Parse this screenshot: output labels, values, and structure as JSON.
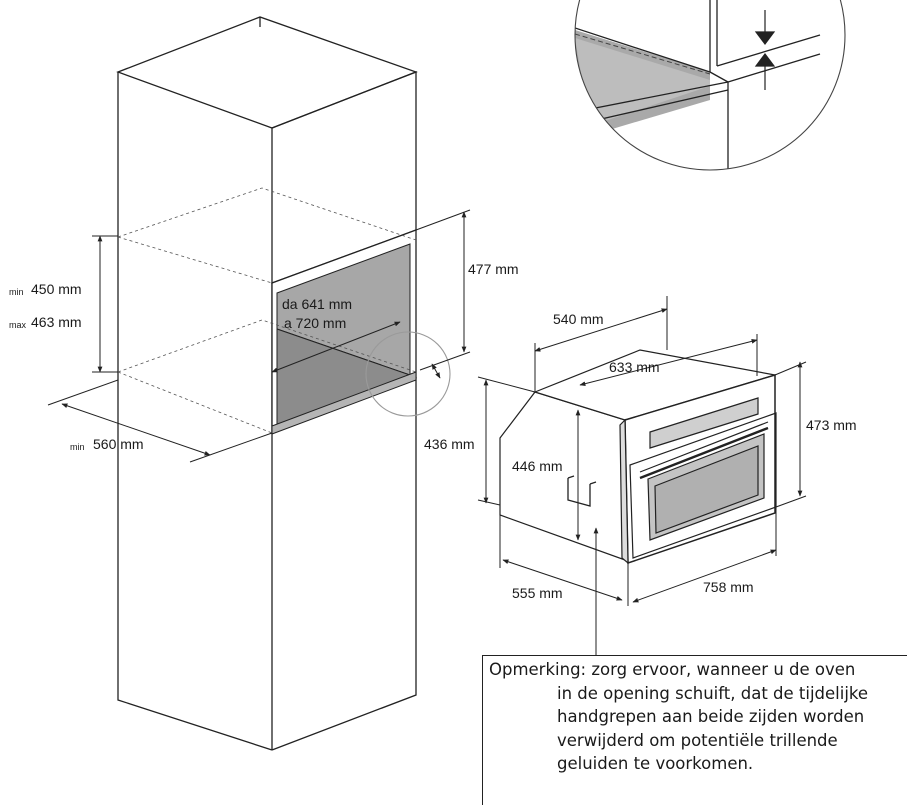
{
  "dimensions": {
    "niche_height_min_prefix": "min",
    "niche_height_min": "450 mm",
    "niche_height_max_prefix": "max",
    "niche_height_max": "463 mm",
    "niche_width_min_prefix": "min",
    "niche_width_min": "560 mm",
    "opening_depth_from": "da 641 mm",
    "opening_depth_to": "a 720 mm",
    "upper_height": "477 mm",
    "gap_height": "436 mm",
    "oven_depth_top": "540 mm",
    "oven_depth_inner": "633 mm",
    "oven_front_height": "473 mm",
    "oven_body_height": "446 mm",
    "oven_side_depth": "555 mm",
    "oven_front_width": "758 mm"
  },
  "note": {
    "line1": "Opmerking: zorg ervoor, wanneer u de oven",
    "line2": "in de opening schuift, dat de tijdelijke",
    "line3": "handgrepen aan beide zijden worden",
    "line4": "verwijderd om potentiële trillende",
    "line5": "geluiden te voorkomen."
  }
}
